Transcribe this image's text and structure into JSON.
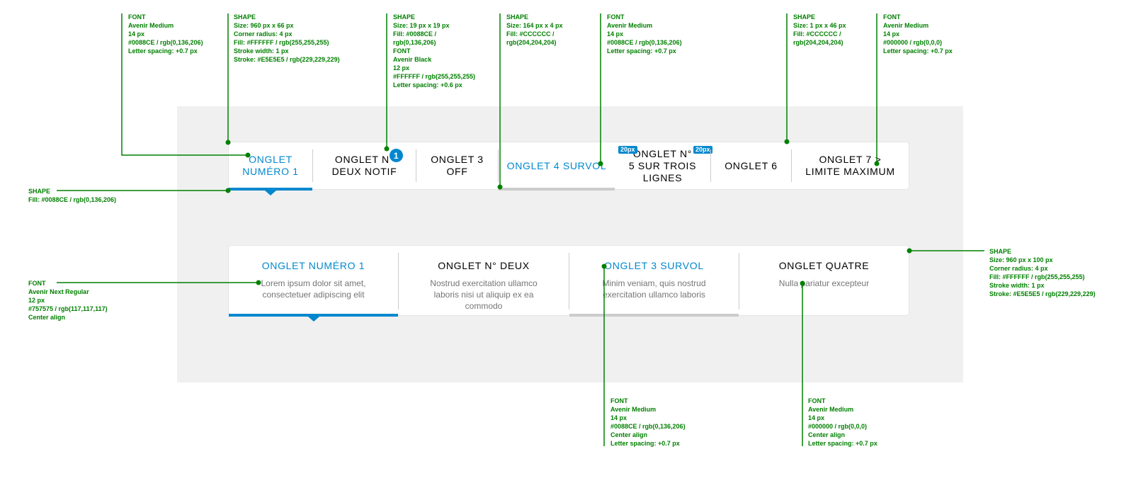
{
  "accent_color": "#0088CE",
  "annotation_color": "#008000",
  "tabs_top": {
    "tabs": [
      {
        "label": "ONGLET\nNUMÉRO 1",
        "state": "active"
      },
      {
        "label": "ONGLET N°\nDEUX NOTIF",
        "state": "normal",
        "badge": "1"
      },
      {
        "label": "ONGLET 3\nOFF",
        "state": "normal"
      },
      {
        "label": "ONGLET 4 SURVOL",
        "state": "hover"
      },
      {
        "label": "ONGLET N°\n5 SUR TROIS\nLIGNES",
        "state": "normal"
      },
      {
        "label": "ONGLET 6",
        "state": "normal"
      },
      {
        "label": "ONGLET 7 >\nLIMITE MAXIMUM",
        "state": "normal"
      }
    ],
    "measure_label": "20px"
  },
  "tabs_bottom": {
    "tabs": [
      {
        "title": "ONGLET NUMÉRO 1",
        "desc": "Lorem ipsum dolor sit amet, consectetuer adipiscing elit",
        "state": "active"
      },
      {
        "title": "ONGLET N° DEUX",
        "desc": "Nostrud exercitation ullamco laboris nisi ut aliquip ex ea commodo",
        "state": "normal"
      },
      {
        "title": "ONGLET 3 SURVOL",
        "desc": "Minim veniam, quis nostrud exercitation ullamco laboris",
        "state": "hover"
      },
      {
        "title": "ONGLET QUATRE",
        "desc": "Nulla pariatur excepteur",
        "state": "normal"
      }
    ]
  },
  "annotations": [
    {
      "id": "a1",
      "lines": [
        "FONT",
        "Avenir Medium",
        "14 px",
        "#0088CE / rgb(0,136,206)",
        "Letter spacing: +0.7 px"
      ]
    },
    {
      "id": "a2",
      "lines": [
        "SHAPE",
        "Size: 960 px x 66 px",
        "Corner radius: 4 px",
        "Fill: #FFFFFF / rgb(255,255,255)",
        "Stroke width: 1 px",
        "Stroke: #E5E5E5 / rgb(229,229,229)"
      ]
    },
    {
      "id": "a3",
      "lines": [
        "SHAPE",
        "Size: 19 px x 19 px",
        "Fill: #0088CE /",
        "rgb(0,136,206)",
        "FONT",
        "Avenir Black",
        "12 px",
        "#FFFFFF / rgb(255,255,255)",
        "Letter spacing: +0.6 px"
      ]
    },
    {
      "id": "a4",
      "lines": [
        "SHAPE",
        "Size: 164 px x 4 px",
        "Fill: #CCCCCC /",
        "rgb(204,204,204)"
      ]
    },
    {
      "id": "a5",
      "lines": [
        "FONT",
        "Avenir Medium",
        "14 px",
        "#0088CE / rgb(0,136,206)",
        "Letter spacing: +0.7 px"
      ]
    },
    {
      "id": "a6",
      "lines": [
        "SHAPE",
        "Size: 1 px x 46 px",
        "Fill: #CCCCCC /",
        "rgb(204,204,204)"
      ]
    },
    {
      "id": "a7",
      "lines": [
        "FONT",
        "Avenir Medium",
        "14 px",
        "#000000 / rgb(0,0,0)",
        "Letter spacing: +0.7 px"
      ]
    },
    {
      "id": "a8",
      "lines": [
        "SHAPE",
        "Fill: #0088CE / rgb(0,136,206)"
      ]
    },
    {
      "id": "a9",
      "lines": [
        "SHAPE",
        "Size: 960 px x 100 px",
        "Corner radius: 4 px",
        "Fill: #FFFFFF / rgb(255,255,255)",
        "Stroke width: 1 px",
        "Stroke: #E5E5E5 / rgb(229,229,229)"
      ]
    },
    {
      "id": "a10",
      "lines": [
        "FONT",
        "Avenir Next Regular",
        "12 px",
        "#757575 / rgb(117,117,117)",
        "Center align"
      ]
    },
    {
      "id": "a11",
      "lines": [
        "FONT",
        "Avenir Medium",
        "14 px",
        "#0088CE / rgb(0,136,206)",
        "Center align",
        "Letter spacing: +0.7 px"
      ]
    },
    {
      "id": "a12",
      "lines": [
        "FONT",
        "Avenir Medium",
        "14 px",
        "#000000 / rgb(0,0,0)",
        "Center align",
        "Letter spacing: +0.7 px"
      ]
    }
  ]
}
